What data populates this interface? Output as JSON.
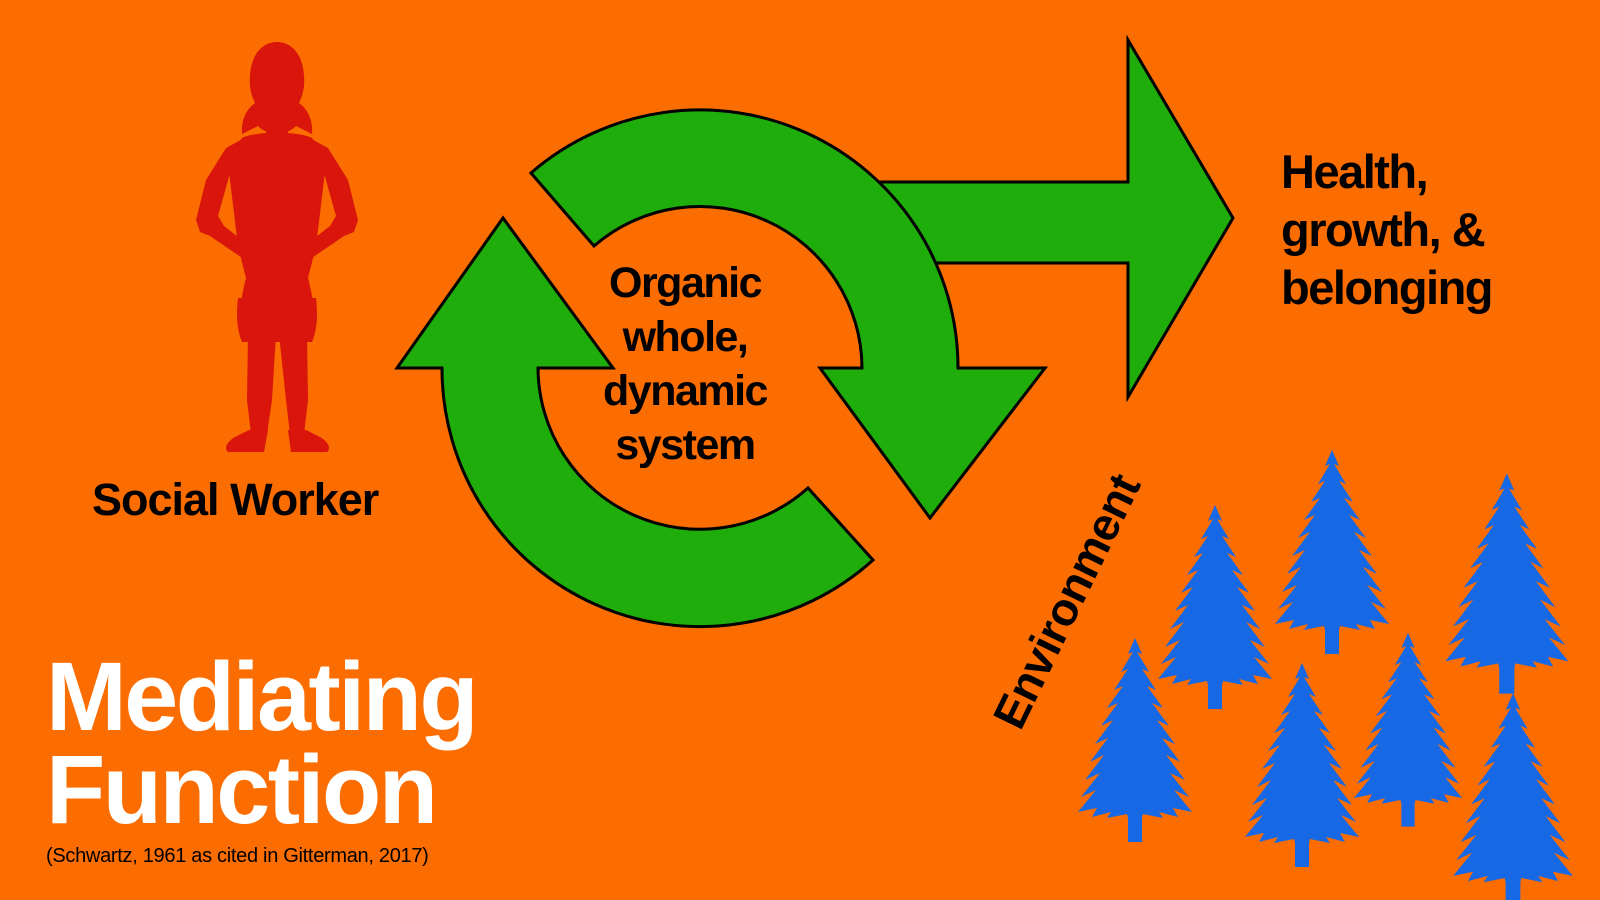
{
  "title": {
    "text": "Mediating\nFunction",
    "citation": "(Schwartz, 1961 as cited in Gitterman, 2017)"
  },
  "actors": {
    "social_worker_label": "Social Worker",
    "environment_label": "Environment"
  },
  "cycle": {
    "label": "Organic\nwhole,\ndynamic\nsystem"
  },
  "outcome": {
    "label": "Health,\ngrowth, &\nbelonging"
  },
  "icons": {
    "figure": "woman-silhouette-icon",
    "cycle_arrows": "cycle-arrows-icon",
    "straight_arrow": "right-arrow-icon",
    "tree": "pine-tree-icon",
    "tree_count": 7
  },
  "colors": {
    "background": "#FB6D01",
    "arrow_green": "#1FAD0B",
    "outline_black": "#000000",
    "figure_red": "#D9150C",
    "tree_blue": "#1668E4",
    "text_black": "#000000",
    "title_white": "#FFFFFF"
  }
}
